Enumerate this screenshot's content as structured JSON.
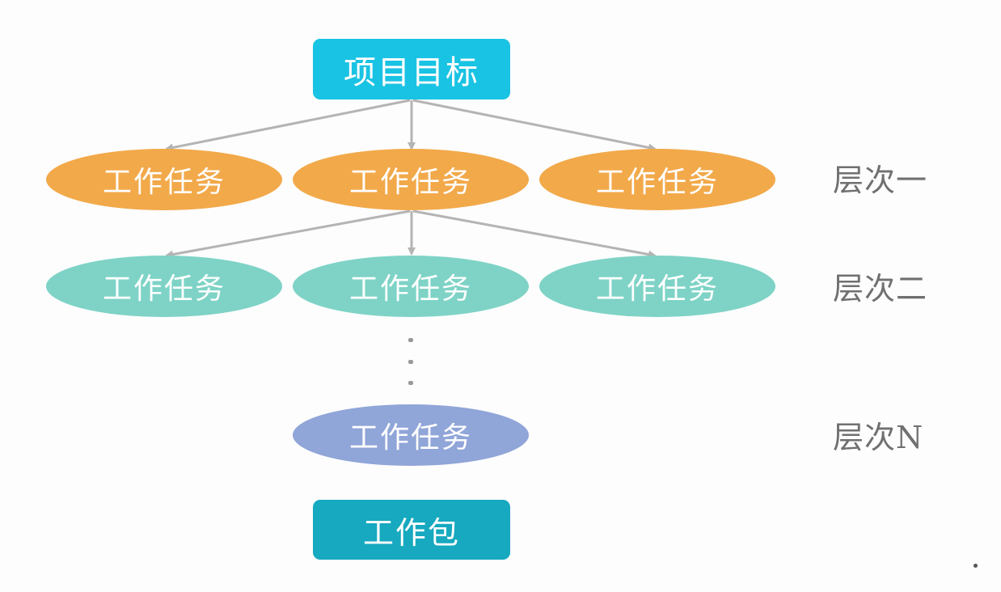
{
  "diagram": {
    "goal": {
      "label": "项目目标",
      "color": "#19c3e3"
    },
    "level_1": {
      "label": "层次一",
      "color": "#f2a94a",
      "tasks": [
        "工作任务",
        "工作任务",
        "工作任务"
      ]
    },
    "level_2": {
      "label": "层次二",
      "color": "#7ed3c6",
      "tasks": [
        "工作任务",
        "工作任务",
        "工作任务"
      ]
    },
    "level_n": {
      "label": "层次N",
      "color": "#90a5d8",
      "tasks": [
        "工作任务"
      ]
    },
    "work_package": {
      "label": "工作包",
      "color": "#16a9bf"
    },
    "connector_color": "#b4b4b4"
  }
}
